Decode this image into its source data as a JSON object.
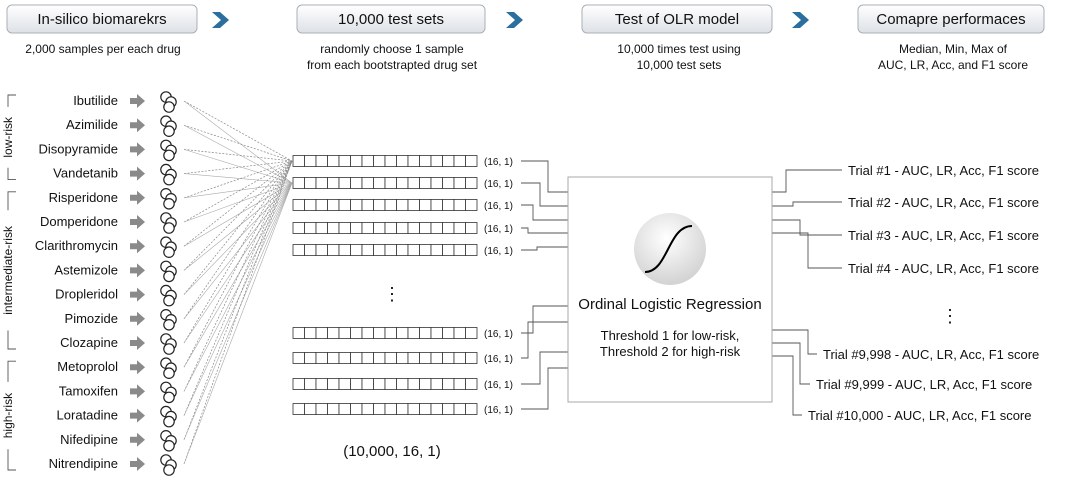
{
  "steps": [
    {
      "title": "In-silico biomarekrs",
      "desc": [
        "2,000 samples per each drug"
      ]
    },
    {
      "title": "10,000 test sets",
      "desc": [
        "randomly choose 1 sample",
        "from each bootstrapted drug set"
      ]
    },
    {
      "title": "Test of OLR model",
      "desc": [
        "10,000 times test using",
        "10,000 test sets"
      ]
    },
    {
      "title": "Comapre performaces",
      "desc": [
        "Median, Min, Max of",
        "AUC, LR, Acc, and F1 score"
      ]
    }
  ],
  "risk_groups": [
    {
      "label": "low-risk",
      "drugs": [
        "Ibutilide",
        "Azimilide",
        "Disopyramide",
        "Vandetanib"
      ]
    },
    {
      "label": "intermediate-risk",
      "drugs": [
        "Risperidone",
        "Domperidone",
        "Clarithromycin",
        "Astemizole",
        "Dropleridol",
        "Pimozide",
        "Clozapine"
      ]
    },
    {
      "label": "high-risk",
      "drugs": [
        "Metoprolol",
        "Tamoxifen",
        "Loratadine",
        "Nifedipine",
        "Nitrendipine"
      ]
    }
  ],
  "test_sets": {
    "vector_label": "(16, 1)",
    "ellipsis": "⋮",
    "total_shape": "(10,000, 16, 1)"
  },
  "model": {
    "name": "Ordinal Logistic Regression",
    "threshold_lines": [
      "Threshold 1 for low-risk,",
      "Threshold 2 for high-risk"
    ]
  },
  "trials": {
    "top": [
      "Trial #1 - AUC, LR, Acc, F1 score",
      "Trial #2 - AUC, LR, Acc, F1 score",
      "Trial #3 - AUC, LR, Acc, F1 score",
      "Trial #4 - AUC, LR, Acc, F1 score"
    ],
    "ellipsis": "⋮",
    "bottom": [
      "Trial #9,998 - AUC, LR, Acc, F1 score",
      "Trial #9,999 - AUC, LR, Acc, F1 score",
      "Trial #10,000 - AUC, LR, Acc, F1 score"
    ]
  },
  "colors": {
    "header_border": "#a9b0b8",
    "header_fill_top": "#ffffff",
    "header_fill_bottom": "#dde1e6",
    "step_arrow": "#2b6f9e",
    "drug_arrow": "#8a8a8a",
    "line": "#555555",
    "dashed_line": "#888888"
  }
}
